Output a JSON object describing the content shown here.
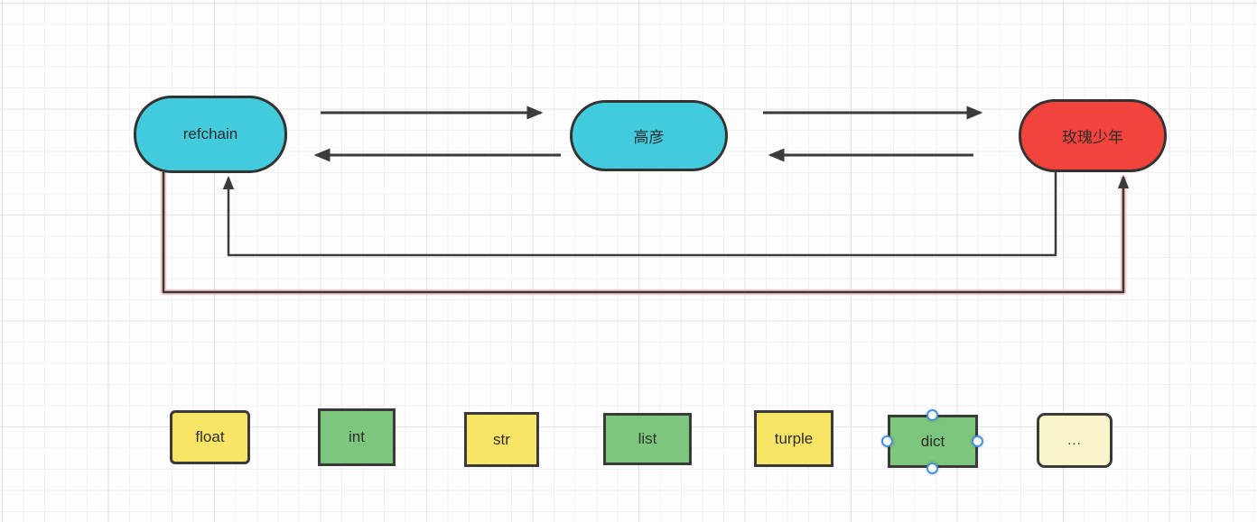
{
  "diagram": {
    "nodes": [
      {
        "id": "refchain",
        "label": "refchain",
        "shape": "stadium",
        "fill": "#41CBDC",
        "border": "#333333"
      },
      {
        "id": "gaoyan",
        "label": "高彦",
        "shape": "stadium",
        "fill": "#41CBDC",
        "border": "#333333"
      },
      {
        "id": "rose",
        "label": "玫瑰少年",
        "shape": "stadium",
        "fill": "#F2433C",
        "border": "#333333"
      }
    ],
    "type_boxes": [
      {
        "id": "float",
        "label": "float",
        "fill": "#F8E566"
      },
      {
        "id": "int",
        "label": "int",
        "fill": "#7CC67E"
      },
      {
        "id": "str",
        "label": "str",
        "fill": "#F8E566"
      },
      {
        "id": "list",
        "label": "list",
        "fill": "#7CC67E"
      },
      {
        "id": "turple",
        "label": "turple",
        "fill": "#F8E566"
      },
      {
        "id": "dict",
        "label": "dict",
        "fill": "#7CC67E",
        "hovered_connection_points": [
          "top",
          "right",
          "bottom",
          "left"
        ]
      },
      {
        "id": "dots",
        "label": "...",
        "fill": "#FAF5C8"
      }
    ],
    "connectors": [
      {
        "from": "refchain",
        "to": "gaoyan",
        "route": "straight-top",
        "arrow": "right"
      },
      {
        "from": "gaoyan",
        "to": "refchain",
        "route": "straight-low",
        "arrow": "left"
      },
      {
        "from": "gaoyan",
        "to": "rose",
        "route": "straight-top",
        "arrow": "right"
      },
      {
        "from": "rose",
        "to": "gaoyan",
        "route": "straight-low",
        "arrow": "left"
      },
      {
        "from": "rose",
        "to": "refchain",
        "route": "elbow-bottom-inner",
        "arrow": "up"
      },
      {
        "from": "refchain",
        "to": "rose",
        "route": "elbow-bottom-outer",
        "arrow": "up",
        "highlight": "#EFCCC9"
      }
    ],
    "colors": {
      "wire_stroke": "#3b3b3b",
      "wire_highlight": "#EFCCC9",
      "handle_border": "#4A90E2",
      "grid_minor": "#f1f1f1",
      "grid_major": "#e4e4e4",
      "canvas_background": "#fdfdfd"
    }
  }
}
